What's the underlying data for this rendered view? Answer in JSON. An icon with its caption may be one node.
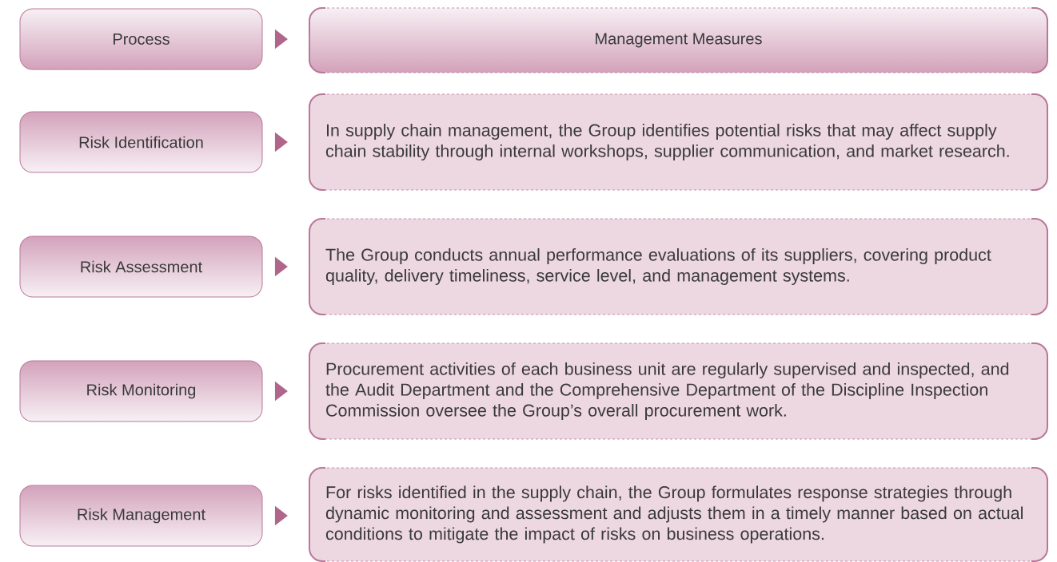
{
  "diagram": {
    "nodes": [
      {
        "text": [
          "Process"
        ]
      },
      {
        "text": [
          "Management Measures"
        ]
      },
      {
        "text": [
          "Risk Identification"
        ]
      },
      {
        "text": [
          "In supply chain management, the Group identifies potential risks that may affect supply chain stability through internal workshops, supplier communication, and market research."
        ]
      },
      {
        "text": [
          "Risk Assessment"
        ]
      },
      {
        "text": [
          "The Group conducts annual performance evaluations of its suppliers, covering product quality, delivery timeliness, service level, and management systems."
        ]
      },
      {
        "text": [
          "Risk Monitoring"
        ]
      },
      {
        "text": [
          "Procurement activities of each business unit are regularly supervised and inspected, and the Audit Department and the Comprehensive Department of the Discipline Inspection Commission oversee the Group’s overall procurement work."
        ]
      },
      {
        "text": [
          "Risk Management"
        ]
      },
      {
        "text": [
          "For risks identified in the supply chain, the Group formulates response strategies through dynamic monitoring and assessment and adjusts them in a timely manner based on actual conditions to mitigate the impact of risks on business operations."
        ]
      }
    ],
    "edges": [
      {
        "from": 0,
        "to": 1,
        "arrow": "to"
      },
      {
        "from": 2,
        "to": 3,
        "arrow": "to"
      },
      {
        "from": 4,
        "to": 5,
        "arrow": "to"
      },
      {
        "from": 6,
        "to": 7,
        "arrow": "to"
      },
      {
        "from": 8,
        "to": 9,
        "arrow": "to"
      }
    ]
  }
}
